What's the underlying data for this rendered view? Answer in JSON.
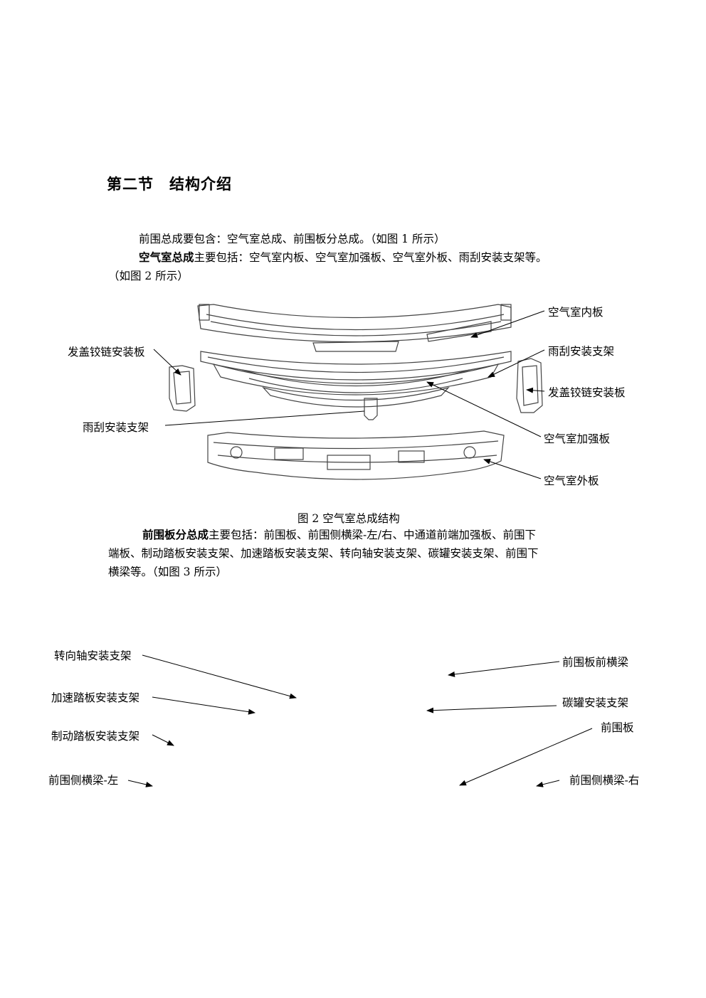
{
  "section_title": "第二节　结构介绍",
  "intro_line": "前围总成要包含：空气室总成、前围板分总成。（如图 1 所示）",
  "air_chamber": {
    "bold": "空气室总成",
    "rest": "主要包括：空气室内板、空气室加强板、空气室外板、雨刮安装支架等。",
    "line2": "（如图 2 所示）"
  },
  "figure2": {
    "labels": {
      "inner_panel": "空气室内板",
      "wiper_bracket_right": "雨刮安装支架",
      "hood_hinge_right": "发盖铰链安装板",
      "hood_hinge_left": "发盖铰链安装板",
      "wiper_bracket_left": "雨刮安装支架",
      "reinforcement": "空气室加强板",
      "outer_panel": "空气室外板"
    },
    "caption": "图 2 空气室总成结构"
  },
  "dash_panel": {
    "bold": "前围板分总成",
    "rest": "主要包括：前围板、前围侧横梁-左/右、中通道前端加强板、前围下",
    "line2": "端板、制动踏板安装支架、加速踏板安装支架、转向轴安装支架、碳罐安装支架、前围下",
    "line3": "横梁等。（如图 3 所示）"
  },
  "figure3": {
    "labels": {
      "steering_bracket": "转向轴安装支架",
      "accel_bracket": "加速踏板安装支架",
      "brake_bracket": "制动踏板安装支架",
      "side_beam_left": "前围侧横梁-左",
      "front_beam": "前围板前横梁",
      "canister_bracket": "碳罐安装支架",
      "dash_panel": "前围板",
      "side_beam_right": "前围侧横梁-右"
    }
  }
}
